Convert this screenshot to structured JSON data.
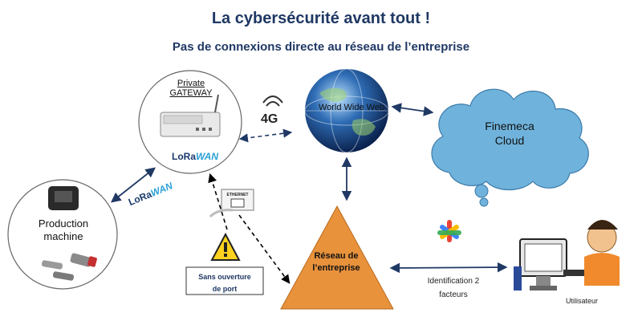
{
  "title": "La cybersécurité avant tout !",
  "subtitle": "Pas de connexions directe au réseau de l’entreprise",
  "gateway": {
    "line1": "Private",
    "line2": "GATEWAY"
  },
  "www": "World Wide Web",
  "fourg": "4G",
  "cloud": {
    "line1": "Finemeca",
    "line2": "Cloud"
  },
  "production": {
    "line1": "Production",
    "line2": "machine"
  },
  "lan": {
    "line1": "Réseau de",
    "line2": "l’entreprise"
  },
  "port_warning": {
    "line1": "Sans ouverture",
    "line2": "de port"
  },
  "auth": {
    "line1": "Identification 2",
    "line2": "facteurs"
  },
  "user": "Utilisateur",
  "ethernet": "ETHERNET",
  "lorawan": {
    "lora": "LoRa",
    "wan": "WAN"
  },
  "colors": {
    "title": "#1f3864",
    "cloud": "#6fb3dc",
    "triangle": "#e8923c",
    "arrow": "#1f3864"
  },
  "icons": [
    "globe-icon",
    "cloud-icon",
    "gateway-icon",
    "warning-icon",
    "ethernet-icon",
    "authenticator-icon",
    "user-computer-icon",
    "signal-icon",
    "sensor-icon"
  ]
}
